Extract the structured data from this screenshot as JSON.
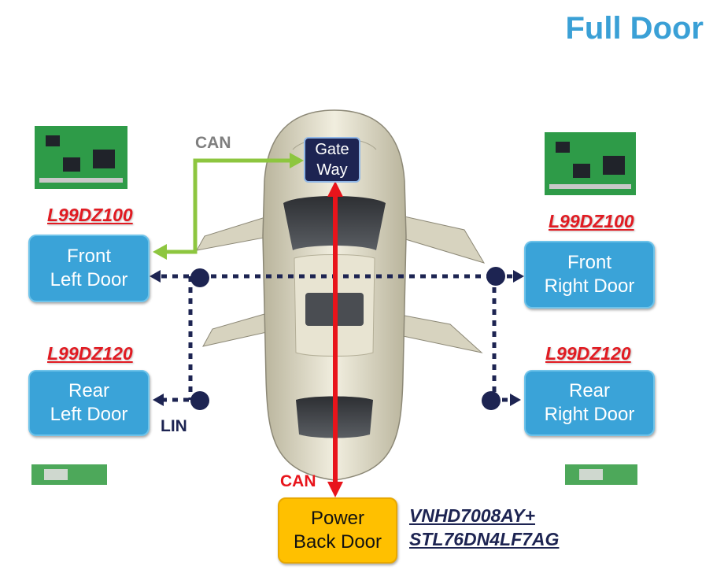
{
  "title": "Full Door",
  "gateway": {
    "line1": "Gate",
    "line2": "Way"
  },
  "doors": {
    "front_left": {
      "line1": "Front",
      "line2": "Left Door",
      "part": "L99DZ100"
    },
    "rear_left": {
      "line1": "Rear",
      "line2": "Left Door",
      "part": "L99DZ120"
    },
    "front_right": {
      "line1": "Front",
      "line2": "Right Door",
      "part": "L99DZ100"
    },
    "rear_right": {
      "line1": "Rear",
      "line2": "Right Door",
      "part": "L99DZ120"
    }
  },
  "power_back_door": {
    "line1": "Power",
    "line2": "Back Door",
    "part_line1": "VNHD7008AY+",
    "part_line2": "STL76DN4LF7AG"
  },
  "labels": {
    "can_top": "CAN",
    "can_bottom": "CAN",
    "lin": "LIN"
  },
  "colors": {
    "can_green": "#8dc63f",
    "can_red": "#e8141b",
    "lin_navy": "#1d2452",
    "box_blue": "#3aa3d8",
    "power_yellow": "#ffc000"
  }
}
